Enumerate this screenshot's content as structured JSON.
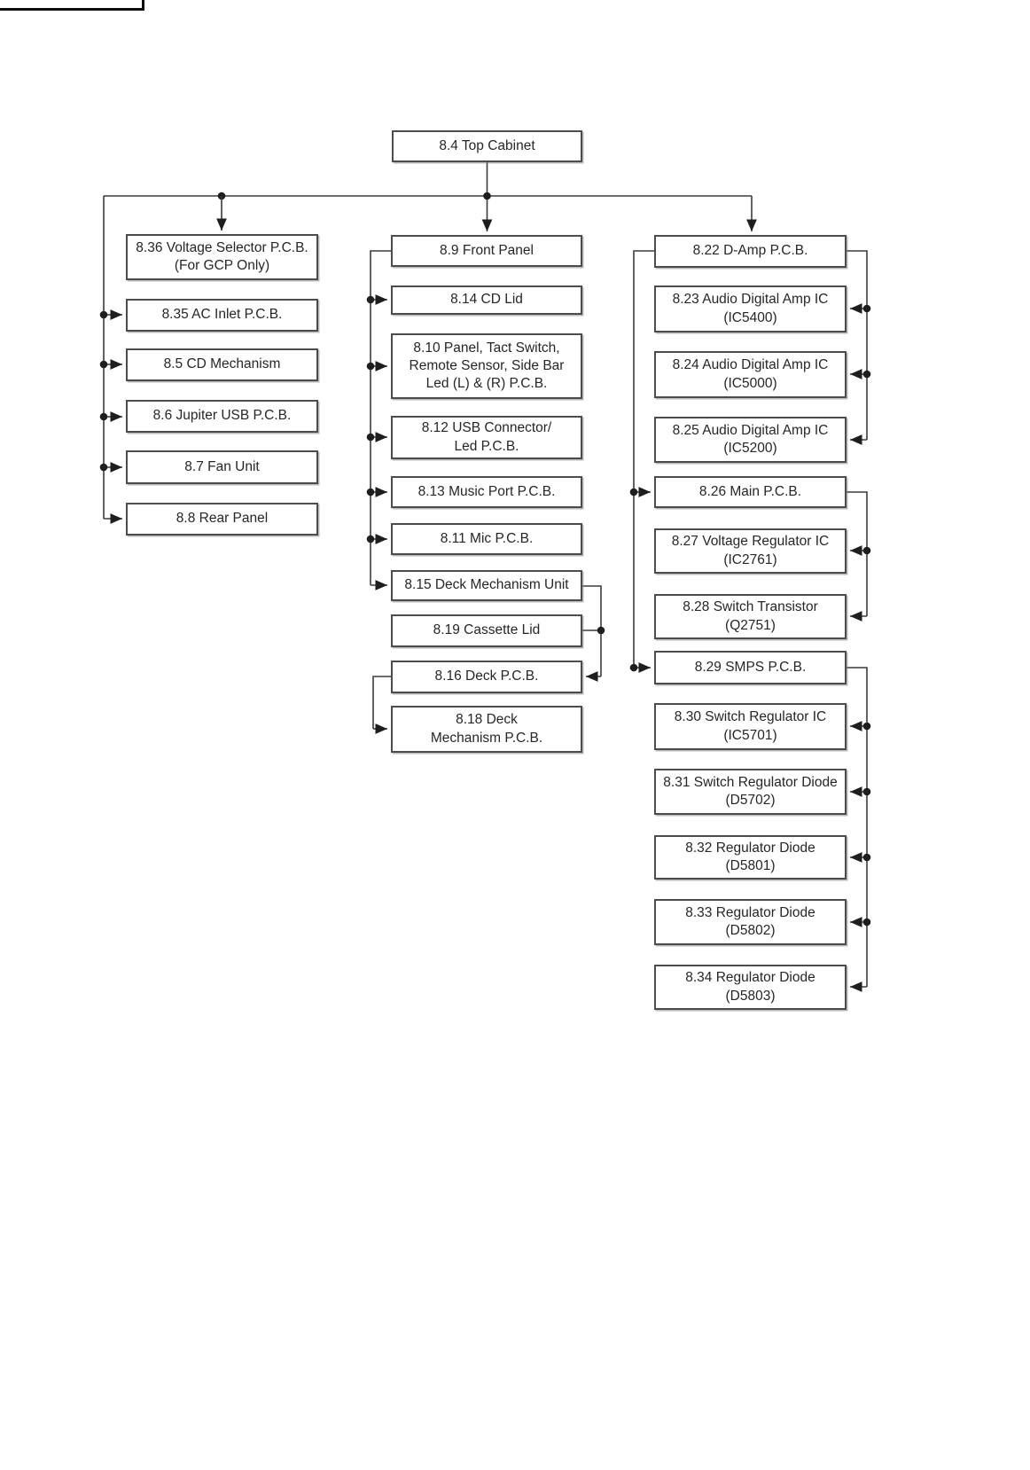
{
  "diagram": {
    "title": "Disassembly flow diagram",
    "colors": {
      "background": "#ffffff",
      "ink": "#262626",
      "line": "#3b3b3b",
      "border": "#4c4c4c"
    },
    "nodes": {
      "n8_4": "8.4 Top Cabinet",
      "n8_36": "8.36 Voltage Selector P.C.B.\n(For GCP Only)",
      "n8_35": "8.35 AC Inlet P.C.B.",
      "n8_5": "8.5 CD Mechanism",
      "n8_6": "8.6 Jupiter USB P.C.B.",
      "n8_7": "8.7 Fan Unit",
      "n8_8": "8.8 Rear Panel",
      "n8_9": "8.9 Front Panel",
      "n8_14": "8.14 CD Lid",
      "n8_10": "8.10 Panel, Tact Switch,\nRemote Sensor, Side Bar\nLed (L) & (R) P.C.B.",
      "n8_12": "8.12 USB Connector/\nLed P.C.B.",
      "n8_13": "8.13 Music Port P.C.B.",
      "n8_11": "8.11 Mic P.C.B.",
      "n8_15": "8.15 Deck Mechanism Unit",
      "n8_19": "8.19 Cassette Lid",
      "n8_16": "8.16 Deck P.C.B.",
      "n8_18": "8.18 Deck\nMechanism P.C.B.",
      "n8_22": "8.22 D-Amp P.C.B.",
      "n8_23": "8.23 Audio Digital Amp IC\n(IC5400)",
      "n8_24": "8.24 Audio Digital Amp IC\n(IC5000)",
      "n8_25": "8.25 Audio Digital Amp IC\n(IC5200)",
      "n8_26": "8.26 Main P.C.B.",
      "n8_27": "8.27 Voltage Regulator IC\n(IC2761)",
      "n8_28": "8.28 Switch Transistor\n(Q2751)",
      "n8_29": "8.29 SMPS P.C.B.",
      "n8_30": "8.30 Switch Regulator IC\n(IC5701)",
      "n8_31": "8.31 Switch Regulator Diode\n(D5702)",
      "n8_32": "8.32 Regulator Diode\n(D5801)",
      "n8_33": "8.33 Regulator Diode\n(D5802)",
      "n8_34": "8.34 Regulator Diode\n(D5803)"
    }
  }
}
